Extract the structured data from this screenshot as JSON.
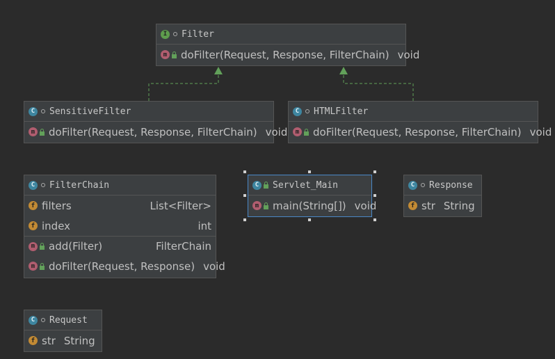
{
  "filter": {
    "name": "Filter",
    "kind": "interface",
    "methods": [
      {
        "name": "doFilter(Request, Response, FilterChain)",
        "type": "void"
      }
    ]
  },
  "sensitive": {
    "name": "SensitiveFilter",
    "kind": "class",
    "methods": [
      {
        "name": "doFilter(Request, Response, FilterChain)",
        "type": "void"
      }
    ]
  },
  "html": {
    "name": "HTMLFilter",
    "kind": "class",
    "methods": [
      {
        "name": "doFilter(Request, Response, FilterChain)",
        "type": "void"
      }
    ]
  },
  "chain": {
    "name": "FilterChain",
    "kind": "class",
    "fields": [
      {
        "name": "filters",
        "type": "List<Filter>"
      },
      {
        "name": "index",
        "type": "int"
      }
    ],
    "methods": [
      {
        "name": "add(Filter)",
        "type": "FilterChain"
      },
      {
        "name": "doFilter(Request, Response)",
        "type": "void"
      }
    ]
  },
  "servlet": {
    "name": "Servlet_Main",
    "kind": "class",
    "methods": [
      {
        "name": "main(String[])",
        "type": "void"
      }
    ]
  },
  "response": {
    "name": "Response",
    "kind": "class",
    "fields": [
      {
        "name": "str",
        "type": "String"
      }
    ]
  },
  "request": {
    "name": "Request",
    "kind": "class",
    "fields": [
      {
        "name": "str",
        "type": "String"
      }
    ]
  },
  "icons": {
    "interface": "I",
    "class": "C",
    "method": "m",
    "field": "f"
  },
  "colors": {
    "background": "#2b2b2b",
    "box": "#3c3f41",
    "border": "#555555",
    "arrow": "#62a05a",
    "selection": "#4a88c7"
  }
}
